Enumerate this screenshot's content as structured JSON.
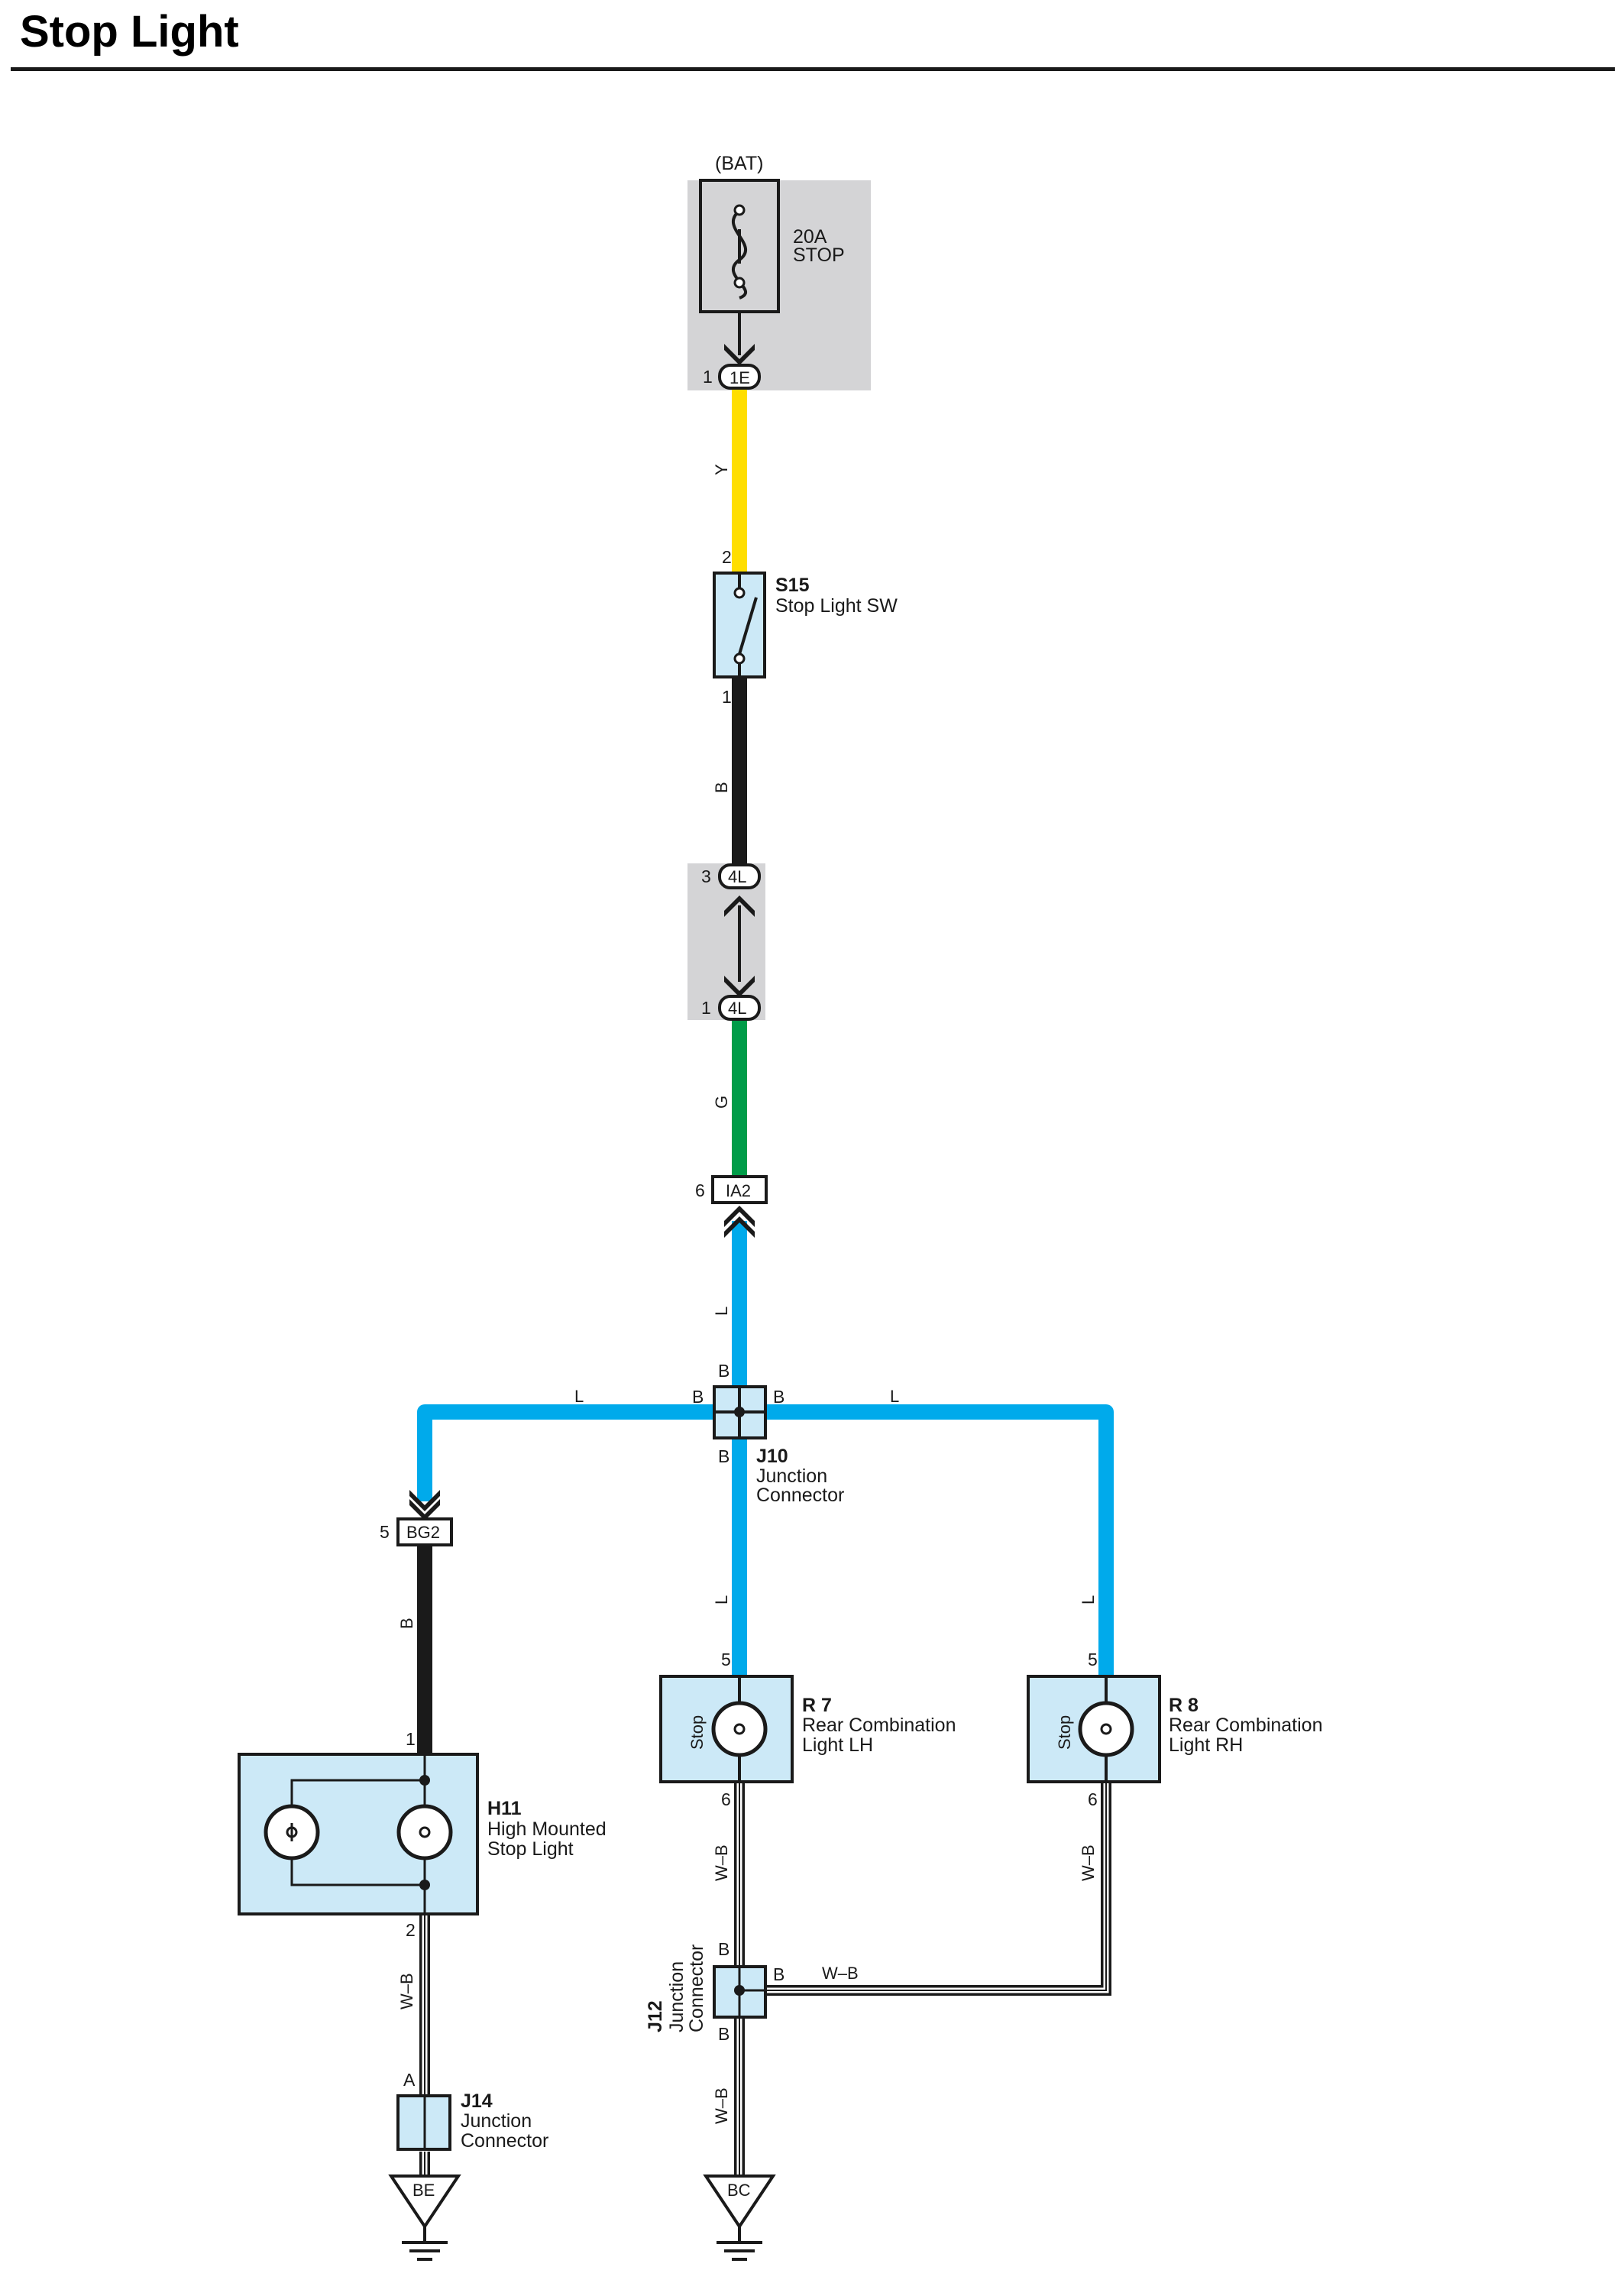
{
  "title": "Stop Light",
  "colors": {
    "yellow_wire": "#ffde00",
    "black_wire": "#1a1a1a",
    "green_wire": "#009c48",
    "blue_wire": "#00aaeb",
    "component_fill": "#cce9f7",
    "housing_gray": "#d4d4d6"
  },
  "power": {
    "source": "(BAT)",
    "fuse_rating": "20A",
    "fuse_name": "STOP",
    "connector": "1E",
    "pin": "1"
  },
  "switch": {
    "id": "S15",
    "name": "Stop Light SW",
    "pin_in": "2",
    "pin_out": "1"
  },
  "inline_connector": {
    "code": "4L",
    "pin_top": "3",
    "pin_bottom": "1"
  },
  "harness_connector_ia2": {
    "code": "IA2",
    "pin": "6"
  },
  "harness_connector_bg2": {
    "code": "BG2",
    "pin": "5"
  },
  "junction_j10": {
    "id": "J10",
    "line1": "Junction",
    "line2": "Connector",
    "pin": "B"
  },
  "junction_j12": {
    "id": "J12",
    "line1": "Junction",
    "line2": "Connector",
    "pin": "B"
  },
  "junction_j14": {
    "id": "J14",
    "line1": "Junction",
    "line2": "Connector",
    "pin": "A"
  },
  "high_mount": {
    "id": "H11",
    "line1": "High Mounted",
    "line2": "Stop Light",
    "pin_in": "1",
    "pin_out": "2"
  },
  "rear_lh": {
    "id": "R 7",
    "line1": "Rear Combination",
    "line2": "Light LH",
    "bulb": "Stop",
    "pin_in": "5",
    "pin_out": "6"
  },
  "rear_rh": {
    "id": "R 8",
    "line1": "Rear Combination",
    "line2": "Light RH",
    "bulb": "Stop",
    "pin_in": "5",
    "pin_out": "6"
  },
  "grounds": {
    "left": "BE",
    "center": "BC"
  },
  "wire_labels": {
    "yellow": "Y",
    "black": "B",
    "green": "G",
    "blue": "L",
    "white_black": "W–B"
  }
}
